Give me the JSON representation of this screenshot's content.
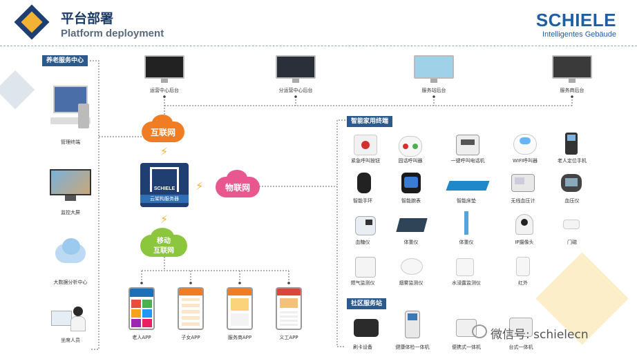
{
  "header": {
    "title_cn": "平台部署",
    "title_en": "Platform deployment",
    "brand": "SCHIELE",
    "brand_sub": "Intelligentes Gebäude"
  },
  "left": {
    "section_title": "养老服务中心",
    "items": [
      {
        "label": "管理终端",
        "icon": "computer-icon"
      },
      {
        "label": "监控大屏",
        "icon": "large-screen-icon"
      },
      {
        "label": "大数据分析中心",
        "icon": "data-cloud-icon"
      },
      {
        "label": "坐席人员",
        "icon": "operator-icon"
      }
    ]
  },
  "top": {
    "items": [
      {
        "label": "运营中心后台"
      },
      {
        "label": "分运营中心后台"
      },
      {
        "label": "服务站后台"
      },
      {
        "label": "服务商后台"
      }
    ]
  },
  "center": {
    "internet": "互联网",
    "iot": "物联网",
    "mobile_line1": "移动",
    "mobile_line2": "互联网",
    "hub_brand": "SCHIELE",
    "hub_name": "云架构服务器"
  },
  "apps": [
    {
      "label": "老人APP"
    },
    {
      "label": "子女APP"
    },
    {
      "label": "服务商APP"
    },
    {
      "label": "义工APP"
    }
  ],
  "smart_home": {
    "section_title": "智能家用终端",
    "items": [
      {
        "label": "紧急呼叫按钮",
        "icon": "emergency-button-icon"
      },
      {
        "label": "固话呼叫器",
        "icon": "caller-icon"
      },
      {
        "label": "一键呼叫电话机",
        "icon": "desk-phone-icon"
      },
      {
        "label": "WIFI呼叫器",
        "icon": "wifi-caller-icon"
      },
      {
        "label": "老人定位手机",
        "icon": "mobile-phone-icon"
      },
      {
        "label": "智能手环",
        "icon": "wristband-icon"
      },
      {
        "label": "智能腕表",
        "icon": "smartwatch-icon"
      },
      {
        "label": "智能床垫",
        "icon": "mattress-icon"
      },
      {
        "label": "无线血压计",
        "icon": "blood-pressure-icon"
      },
      {
        "label": "血压仪",
        "icon": "oximeter-icon"
      },
      {
        "label": "血糖仪",
        "icon": "glucose-meter-icon"
      },
      {
        "label": "体重仪",
        "icon": "scale-icon"
      },
      {
        "label": "体重仪",
        "icon": "height-scale-icon"
      },
      {
        "label": "IP摄像头",
        "icon": "ip-camera-icon"
      },
      {
        "label": "门磁",
        "icon": "door-sensor-icon"
      },
      {
        "label": "燃气监测仪",
        "icon": "gas-detector-icon"
      },
      {
        "label": "烟雾监测仪",
        "icon": "smoke-detector-icon"
      },
      {
        "label": "水浸露监测仪",
        "icon": "water-detector-icon"
      },
      {
        "label": "红外",
        "icon": "infrared-icon"
      }
    ]
  },
  "community": {
    "section_title": "社区服务站",
    "items": [
      {
        "label": "刷卡设备",
        "icon": "card-reader-icon"
      },
      {
        "label": "健康体检一体机",
        "icon": "health-kiosk-icon"
      },
      {
        "label": "便携式一体机",
        "icon": "portable-device-icon"
      },
      {
        "label": "台式一体机",
        "icon": "desktop-device-icon"
      }
    ]
  },
  "watermark": "微信号: schielecn",
  "colors": {
    "navy": "#1f3f73",
    "orange": "#f07d23",
    "pink": "#e8578f",
    "green": "#8cc63f",
    "yellow": "#f2b233"
  }
}
